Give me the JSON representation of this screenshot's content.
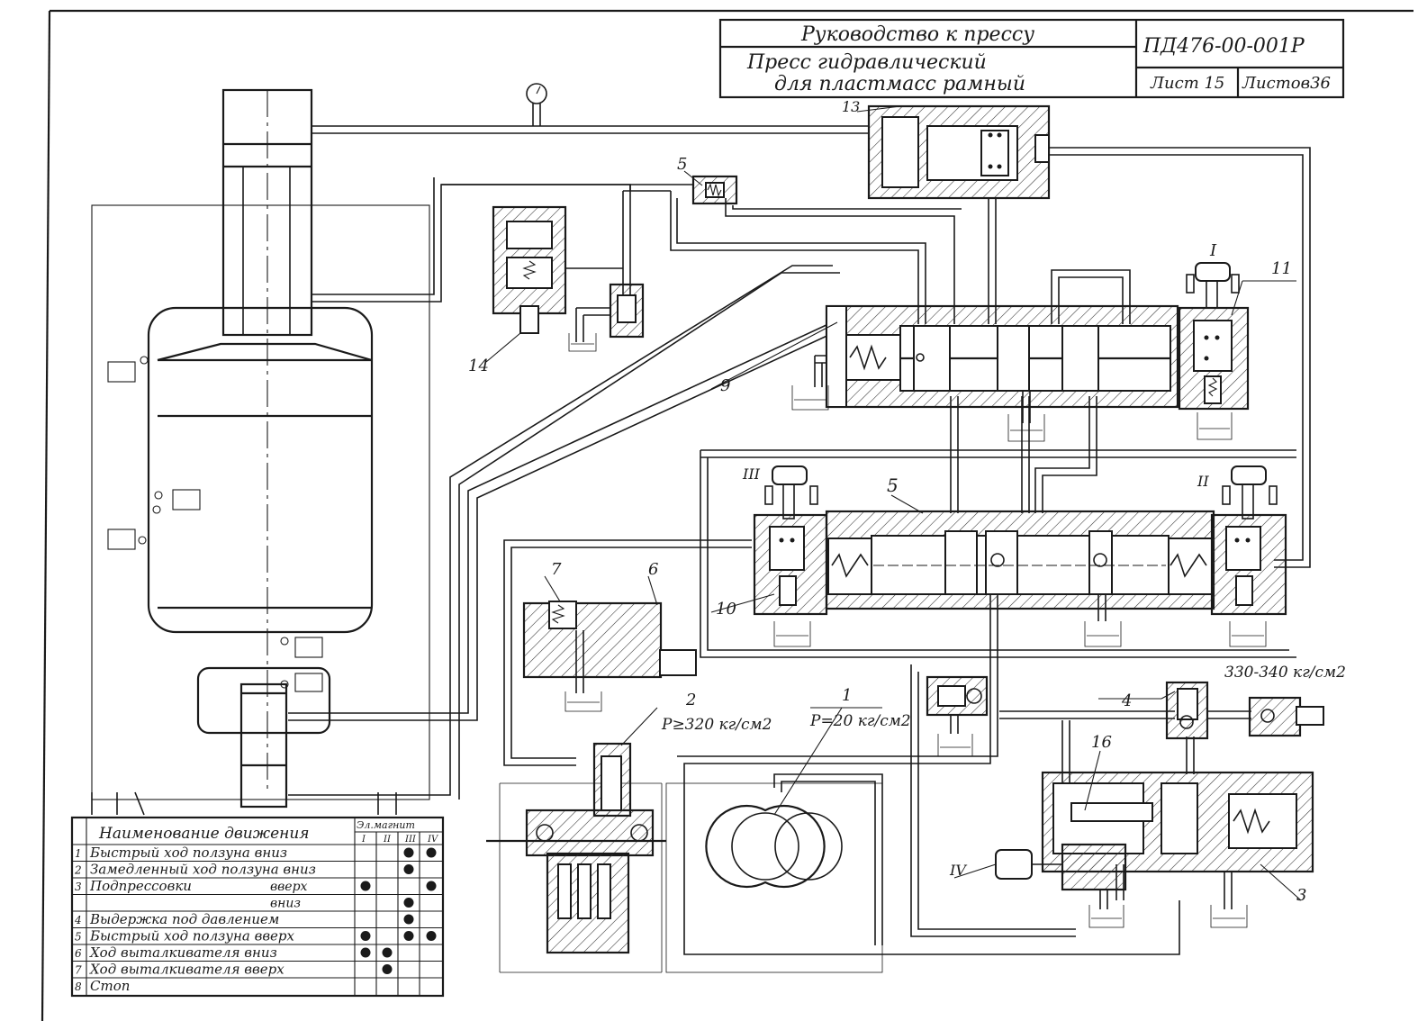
{
  "title_block": {
    "line1": "Руководство  к прессу",
    "line2": "Пресс  гидравлический",
    "line3": "для  пластмасс  рамный",
    "doc_code": "ПД476-00-001Р",
    "sheet": "Лист 15",
    "sheets_total": "Листов36"
  },
  "labels": {
    "n13": "13",
    "n5a": "5",
    "n14": "14",
    "n9": "9",
    "n11": "11",
    "rI": "I",
    "rII": "II",
    "rIII": "III",
    "n5b": "5",
    "n10": "10",
    "n7": "7",
    "n6": "6",
    "n2": "2",
    "p2": "Р≥320 кг/см2",
    "n1": "1",
    "p1": "Р=20 кг/см2",
    "n4": "4",
    "p4": "330-340 кг/см2",
    "n16": "16",
    "rIV": "IV",
    "n3": "3"
  },
  "table": {
    "header_name": "Наименование движения",
    "header_mag": "Эл.магнит",
    "mag_cols": [
      "I",
      "II",
      "III",
      "IV"
    ],
    "rows": [
      {
        "num": "1",
        "name": "Быстрый ход ползуна вниз",
        "sub": "",
        "marks": [
          false,
          false,
          true,
          true
        ]
      },
      {
        "num": "2",
        "name": "Замедленный ход ползуна вниз",
        "sub": "",
        "marks": [
          false,
          false,
          true,
          false
        ]
      },
      {
        "num": "3",
        "name": "Подпрессовки",
        "sub": "вверх",
        "marks": [
          true,
          false,
          false,
          true
        ]
      },
      {
        "num": "",
        "name": "",
        "sub": "вниз",
        "marks": [
          false,
          false,
          true,
          false
        ]
      },
      {
        "num": "4",
        "name": "Выдержка под давлением",
        "sub": "",
        "marks": [
          false,
          false,
          true,
          false
        ]
      },
      {
        "num": "5",
        "name": "Быстрый ход ползуна вверх",
        "sub": "",
        "marks": [
          true,
          false,
          true,
          true
        ]
      },
      {
        "num": "6",
        "name": "Ход выталкивателя вниз",
        "sub": "",
        "marks": [
          true,
          true,
          false,
          false
        ]
      },
      {
        "num": "7",
        "name": "Ход выталкивателя вверх",
        "sub": "",
        "marks": [
          false,
          true,
          false,
          false
        ]
      },
      {
        "num": "8",
        "name": "Стоп",
        "sub": "",
        "marks": [
          false,
          false,
          false,
          false
        ]
      }
    ]
  }
}
